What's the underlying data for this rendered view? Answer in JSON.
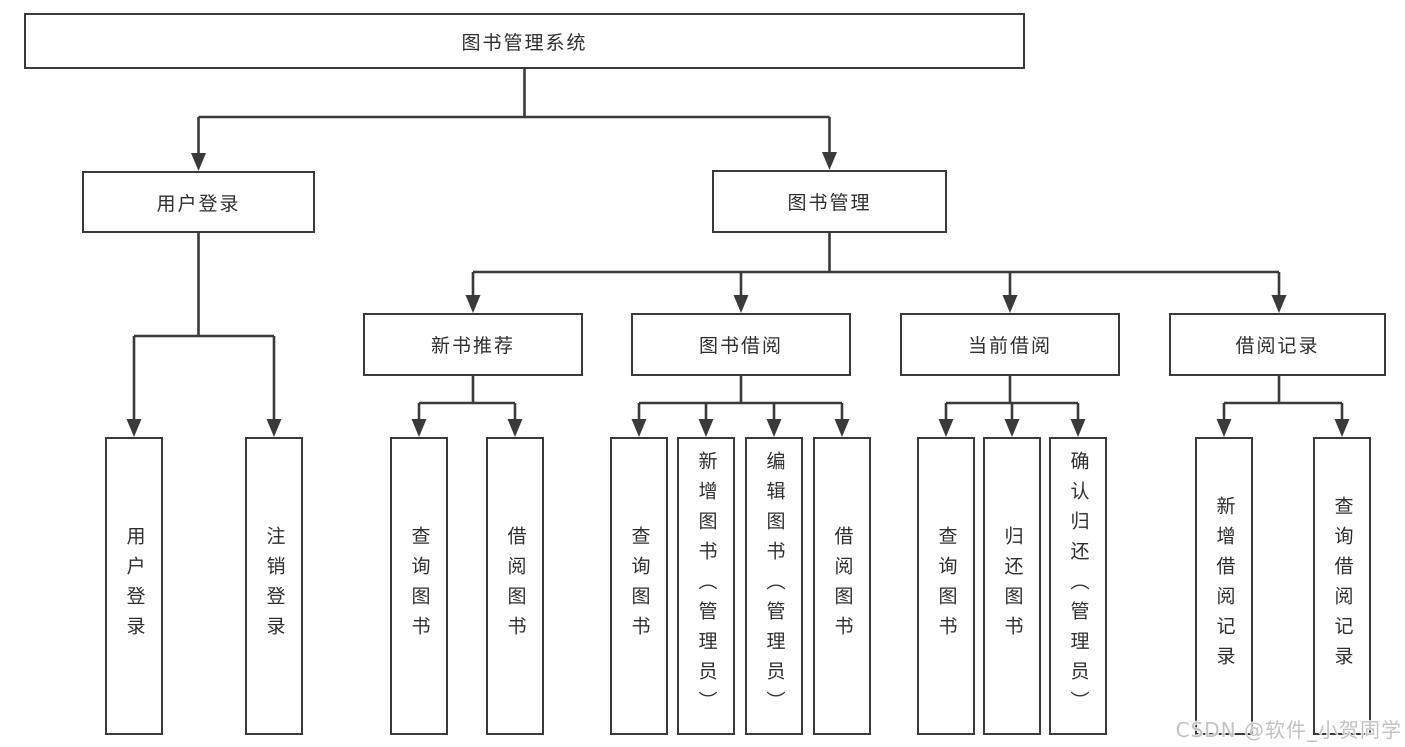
{
  "tree": {
    "root": "图书管理系统",
    "children": [
      {
        "label": "用户登录",
        "children": [
          "用户登录",
          "注销登录"
        ]
      },
      {
        "label": "图书管理",
        "children": [
          {
            "label": "新书推荐",
            "children": [
              "查询图书",
              "借阅图书"
            ]
          },
          {
            "label": "图书借阅",
            "children": [
              "查询图书",
              "新增图书（管理员）",
              "编辑图书（管理员）",
              "借阅图书"
            ]
          },
          {
            "label": "当前借阅",
            "children": [
              "查询图书",
              "归还图书",
              "确认归还（管理员）"
            ]
          },
          {
            "label": "借阅记录",
            "children": [
              "新增借阅记录",
              "查询借阅记录"
            ]
          }
        ]
      }
    ]
  },
  "watermark": "CSDN @软件_小贺同学",
  "colors": {
    "line_color": "#3a3a3a",
    "text_color": "#2f2f2f",
    "box_bg": "#ffffff",
    "watermark_color": "#c3c3c3"
  }
}
